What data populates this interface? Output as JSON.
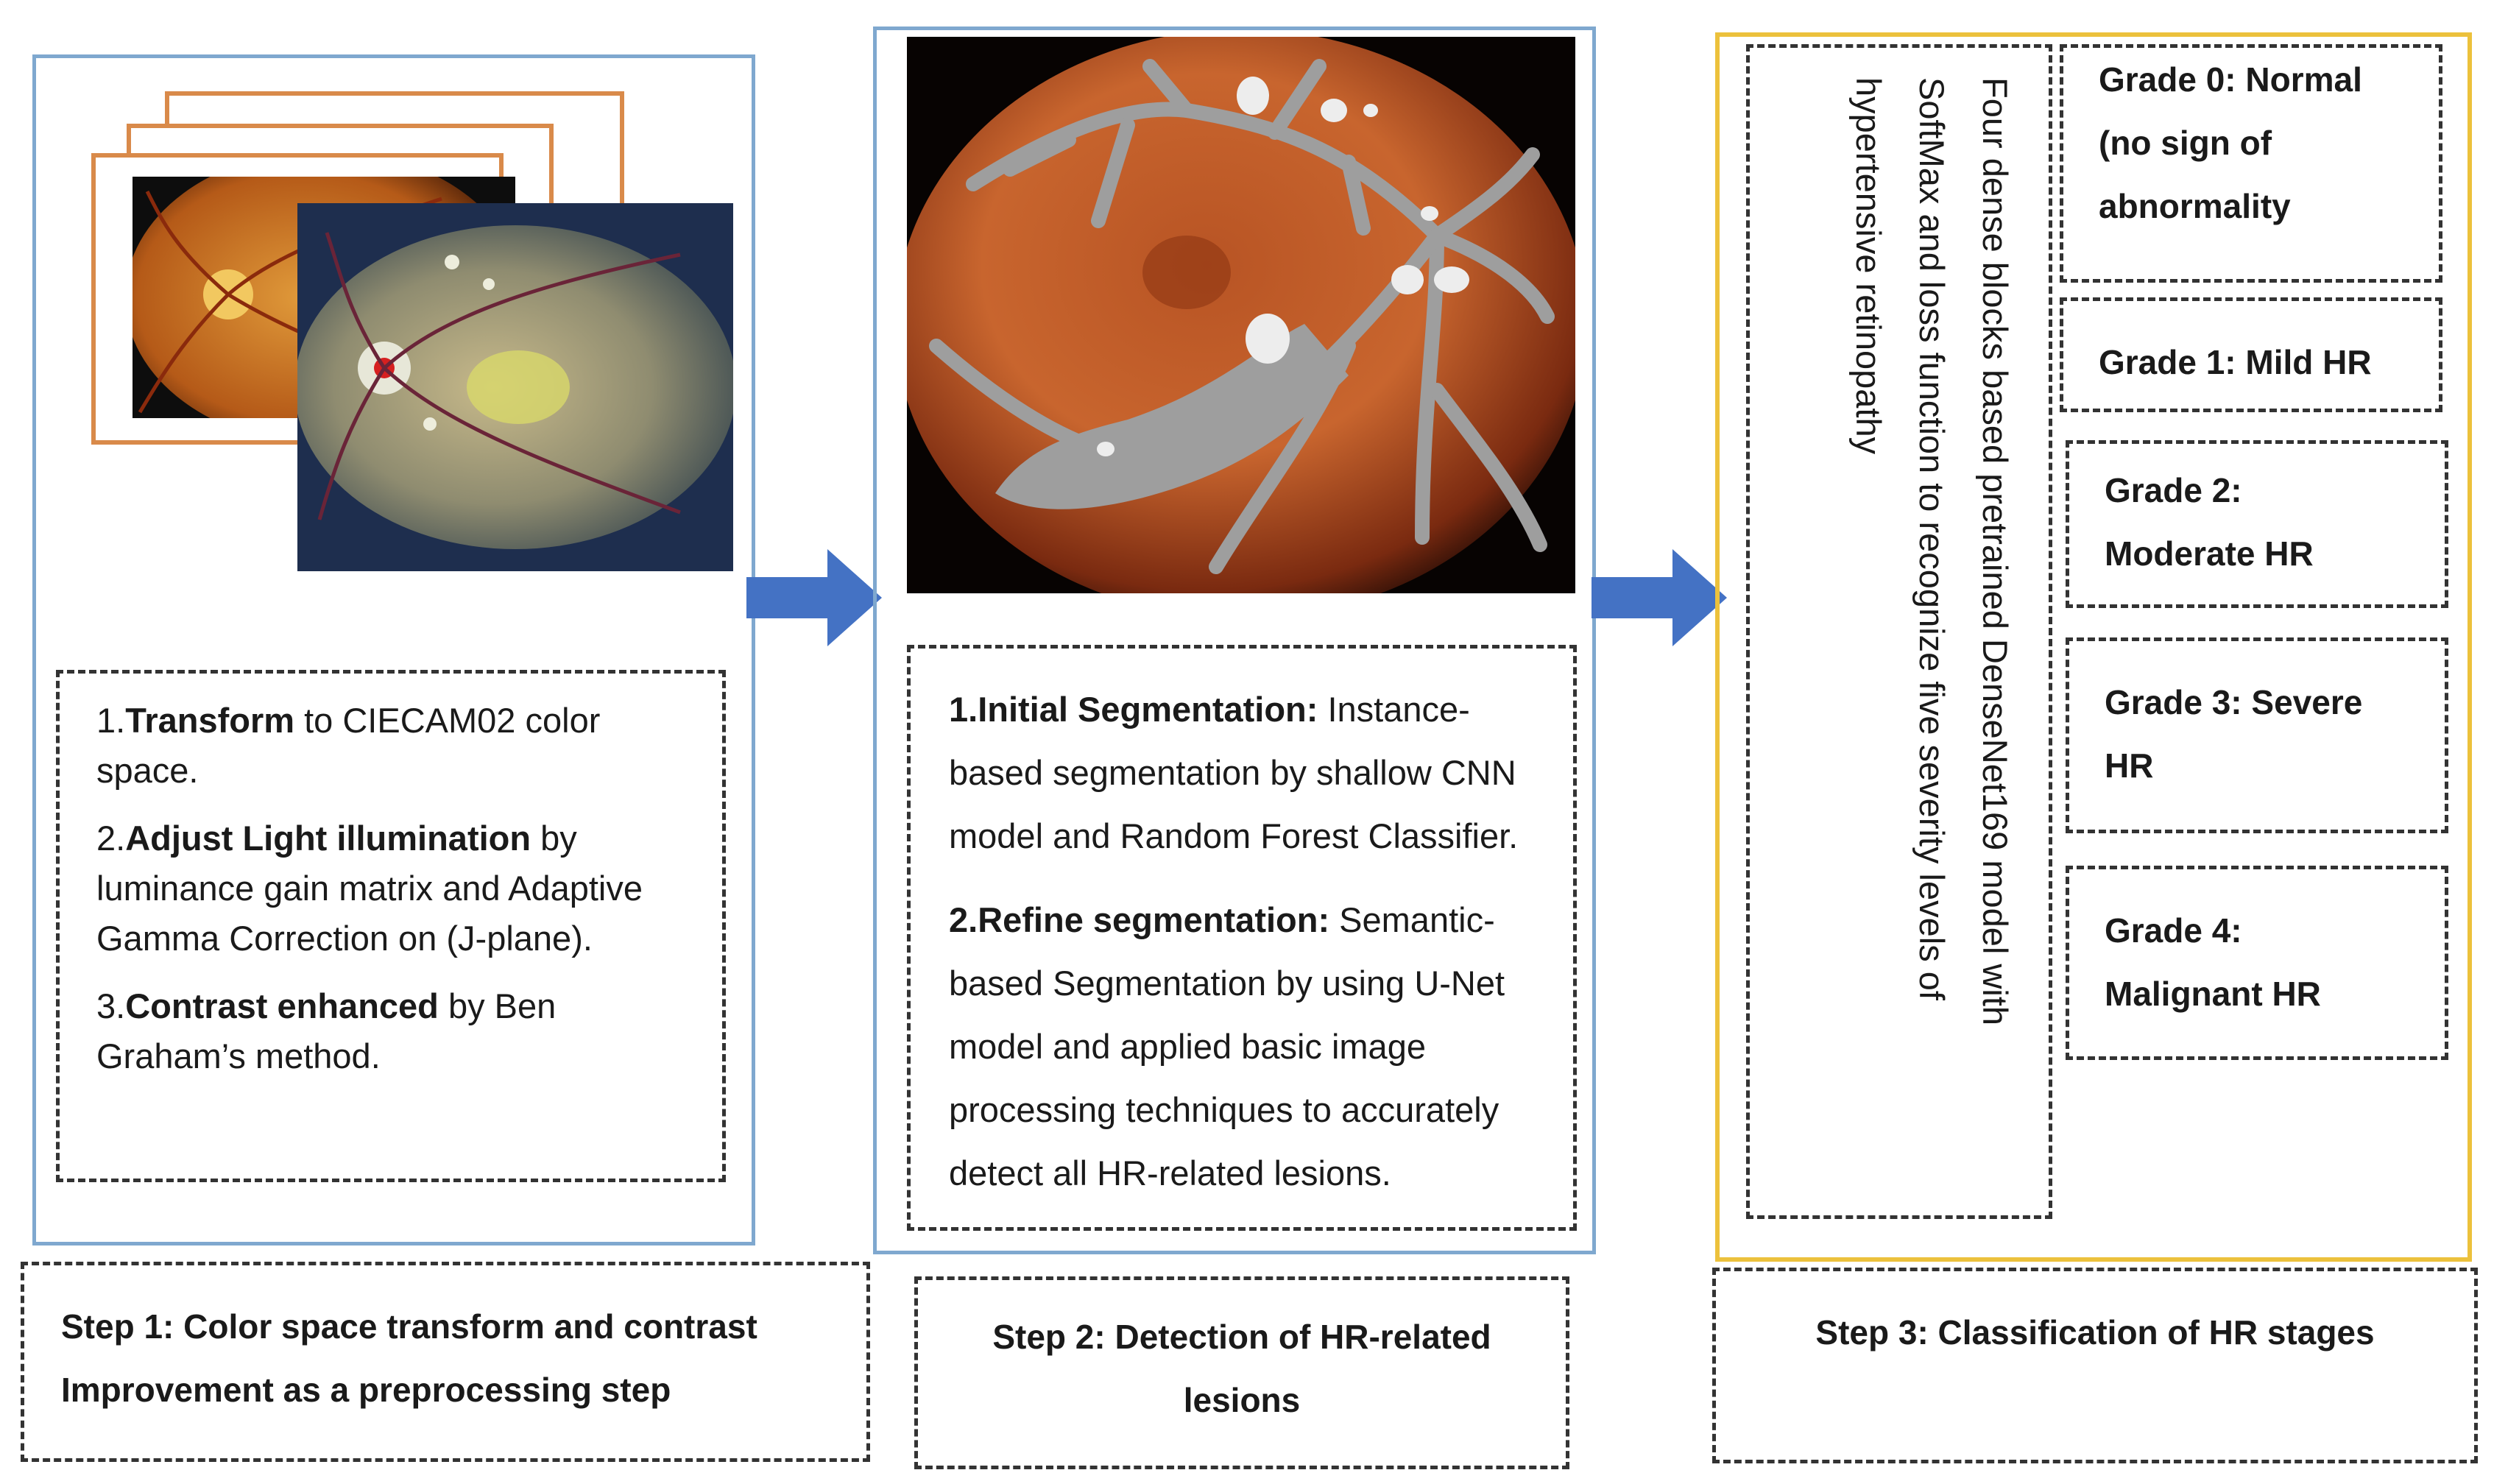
{
  "colors": {
    "panel_border": "#7fa8cf",
    "classification_border": "#ecc13c",
    "arrow": "#4472c4",
    "frame": "#d98a4a",
    "lesion": "#9e9e9e"
  },
  "step1": {
    "items": [
      {
        "num": "1.",
        "bold": "Transform",
        "rest": " to CIECAM02 color space."
      },
      {
        "num": "2.",
        "bold": "Adjust Light illumination",
        "rest": " by luminance gain matrix and Adaptive Gamma Correction on (J-plane)."
      },
      {
        "num": "3.",
        "bold": "Contrast enhanced",
        "rest": " by Ben Graham’s method."
      }
    ],
    "caption_line1": "Step 1: Color space transform and contrast",
    "caption_line2": "Improvement as a preprocessing step"
  },
  "step2": {
    "items": [
      {
        "num": "1.",
        "bold": "Initial Segmentation:",
        "rest": " Instance-based segmentation by shallow CNN model and Random Forest Classifier."
      },
      {
        "num": "2.",
        "bold": "Refine segmentation:",
        "rest": " Semantic-based Segmentation by using U-Net model and applied basic image processing techniques to accurately detect all HR-related lesions."
      }
    ],
    "caption_line1": "Step 2: Detection of HR-related",
    "caption_line2": "lesions"
  },
  "step3": {
    "vertical_line1": "Four dense blocks based pretrained DenseNet169 model with",
    "vertical_line2": "SoftMax and loss function to recognize five severity levels of",
    "vertical_line3": "hypertensive retinopathy",
    "grades": [
      {
        "line1": "Grade 0: Normal",
        "line2": "(no sign of",
        "line3": "abnormality"
      },
      {
        "line1": "Grade 1: Mild HR"
      },
      {
        "line1": "Grade 2:",
        "line2": "Moderate HR"
      },
      {
        "line1": "Grade 3: Severe",
        "line2": "HR"
      },
      {
        "line1": "Grade 4:",
        "line2": "Malignant HR"
      }
    ],
    "caption": "Step 3: Classification of HR stages"
  }
}
